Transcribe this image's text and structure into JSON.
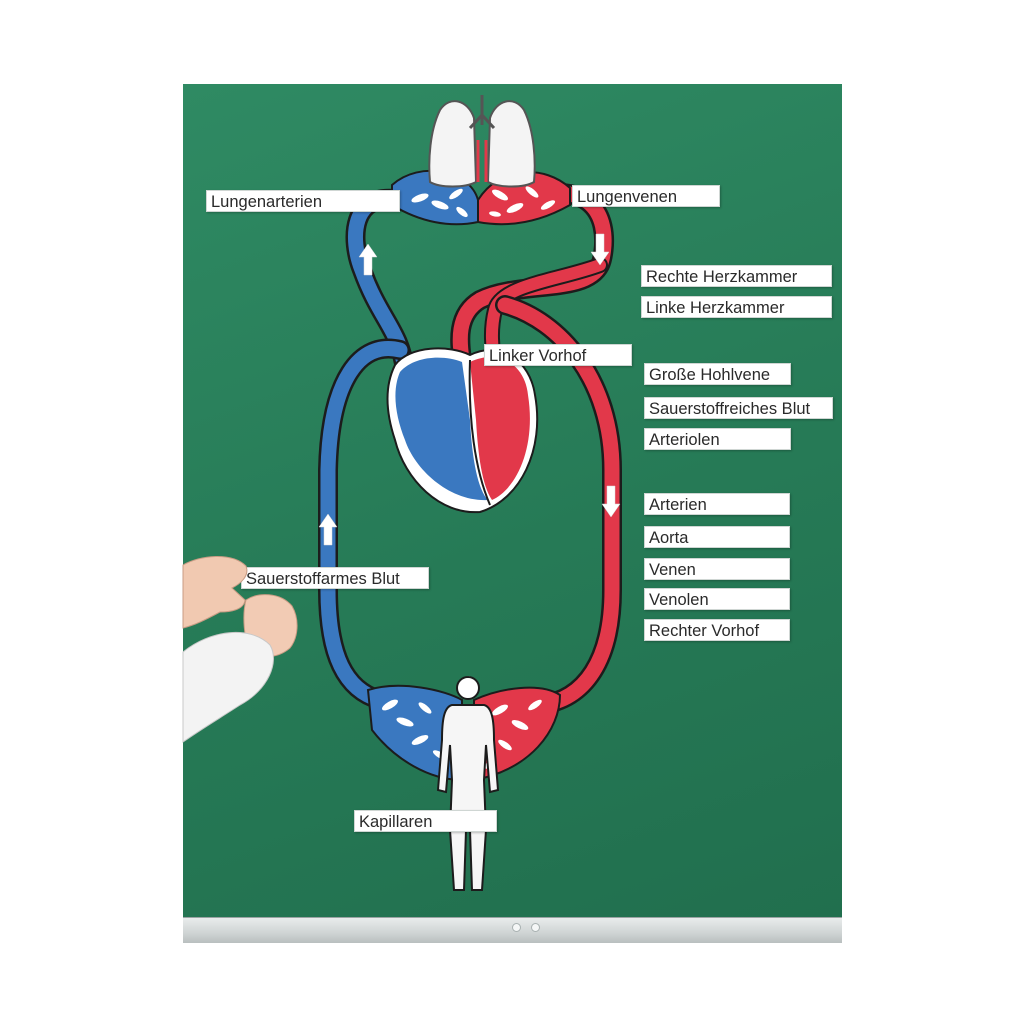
{
  "diagram_labels": {
    "lungenarterien": "Lungenarterien",
    "lungenvenen": "Lungenvenen",
    "linker_vorhof": "Linker Vorhof",
    "sauerstoffarmes_blut": "Sauerstoffarmes Blut",
    "kapillaren": "Kapillaren"
  },
  "side_labels": {
    "group1": [
      "Rechte Herzkammer",
      "Linke Herzkammer"
    ],
    "group2": [
      "Große Hohlvene",
      "Sauerstoffreiches Blut",
      "Arteriolen"
    ],
    "group3": [
      "Arterien",
      "Aorta",
      "Venen",
      "Venolen",
      "Rechter Vorhof"
    ]
  },
  "colors": {
    "board": "#2a7f5a",
    "oxygenated": "#e2384a",
    "deoxygenated": "#3a78c0",
    "outline": "#1c1c1c"
  },
  "icons": [
    "lungs-icon",
    "heart-icon",
    "human-figure-icon",
    "flow-arrow-icon",
    "hand-icon"
  ]
}
